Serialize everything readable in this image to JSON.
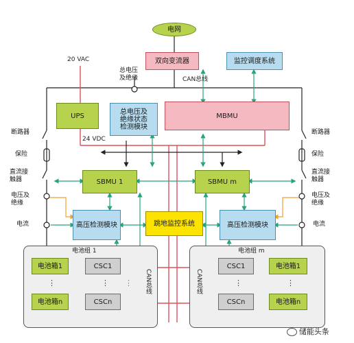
{
  "grid": "电网",
  "pcs": "双向变流器",
  "dispatch": "监控调度系统",
  "can_bus": "CAN总线",
  "vac": "20 VAC",
  "total_voltage": "总电压\n及绝缘",
  "ups": "UPS",
  "insulation_module": "总电压及\n绝缘状态\n检测模块",
  "mbmu": "MBMU",
  "vdc": "24 VDC",
  "breaker": "断路器",
  "fuse": "保险",
  "contactor": "直流接\n触器",
  "voltage_insulation": "电压及\n绝缘",
  "current": "电流",
  "sbmu_1": "SBMU 1",
  "sbmu_m": "SBMU m",
  "hv_module": "高压检测模块",
  "fire_system": "跳地监控系统",
  "pack_1": "电池组 1",
  "pack_m": "电池组 m",
  "csc_1": "CSC1",
  "csc_n": "CSCn",
  "box_1": "电池箱1",
  "box_n": "电池箱n",
  "watermark": "储能头条",
  "colors": {
    "power_line": "#e0505a",
    "signal_line": "#27a37f",
    "orange_line": "#f0a030",
    "black_line": "#222222"
  }
}
